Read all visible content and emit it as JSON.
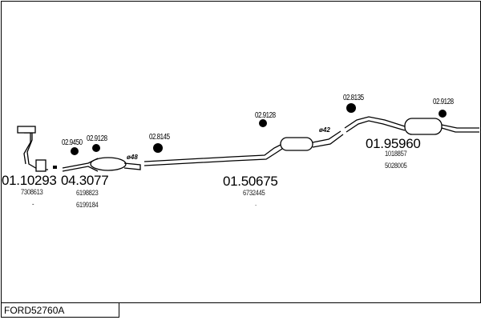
{
  "title": "FORD52760A",
  "parts": [
    {
      "number": "01.10293",
      "oem": [
        "7308613",
        "-"
      ]
    },
    {
      "number": "04.3077",
      "oem": [
        "6198823",
        "6199184"
      ]
    },
    {
      "number": "01.50675",
      "oem": [
        "6732445",
        "."
      ]
    },
    {
      "number": "01.95960",
      "oem": [
        "1018857",
        "5028005"
      ]
    }
  ],
  "accessories": [
    "02.9450",
    "02.9128",
    "02.8145",
    "02.9128",
    "02.8135",
    "02.9128"
  ],
  "diameters": [
    "ø48",
    "ø42"
  ]
}
